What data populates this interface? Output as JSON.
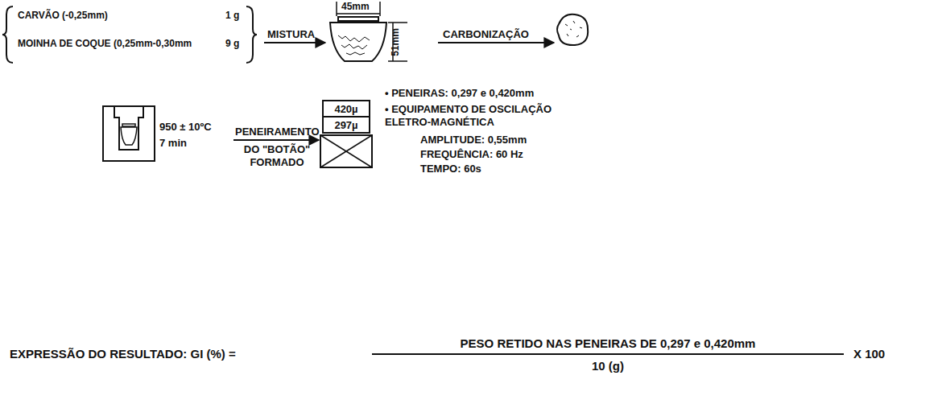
{
  "diagram": {
    "nodes": [
      {
        "text": [
          "420µ"
        ]
      },
      {
        "text": [
          "297µ"
        ]
      }
    ],
    "labels": [
      "CARVÃO (-0,25mm)",
      "1 g",
      "MOINHA DE COQUE (0,25mm-0,30mm",
      "9 g",
      "MISTURA",
      "45mm",
      "51mm",
      "CARBONIZAÇÃO",
      "950 ± 10ºC",
      "7 min",
      "PENEIRAMENTO",
      "DO \"BOTÃO\" FORMADO",
      "• PENEIRAS: 0,297 e 0,420mm",
      "• EQUIPAMENTO DE OSCILAÇÃO ELETRO-MAGNÉTICA",
      "AMPLITUDE: 0,55mm",
      "FREQUÊNCIA: 60 Hz",
      "TEMPO: 60s",
      "EXPRESSÃO DO RESULTADO: GI (%) =",
      "PESO RETIDO NAS PENEIRAS DE 0,297 e 0,420mm",
      "10 (g)",
      "X 100"
    ]
  }
}
